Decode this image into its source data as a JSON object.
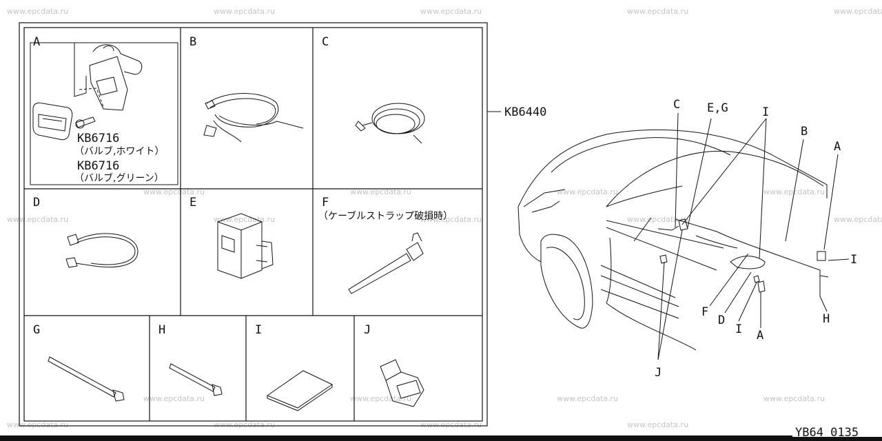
{
  "watermark": "www.epcdata.ru",
  "kit_code": "KB6440",
  "footer_code": "YB64 0135",
  "panels": {
    "A": {
      "letter": "A",
      "part1": "KB6716",
      "note1": "（バルブ,ホワイト）",
      "part2": "KB6716",
      "note2": "（バルブ,グリーン）"
    },
    "B": {
      "letter": "B"
    },
    "C": {
      "letter": "C"
    },
    "D": {
      "letter": "D"
    },
    "E": {
      "letter": "E"
    },
    "F": {
      "letter": "F",
      "note": "（ケーブルストラップ破損時）"
    },
    "G": {
      "letter": "G"
    },
    "H": {
      "letter": "H"
    },
    "I": {
      "letter": "I"
    },
    "J": {
      "letter": "J"
    }
  },
  "car_callouts": {
    "c": "C",
    "eg": "E,G",
    "i_top": "I",
    "b": "B",
    "a_top": "A",
    "i_right": "I",
    "h": "H",
    "a_bottom": "A",
    "i_bottom": "I",
    "d": "D",
    "f": "F",
    "j": "J"
  }
}
